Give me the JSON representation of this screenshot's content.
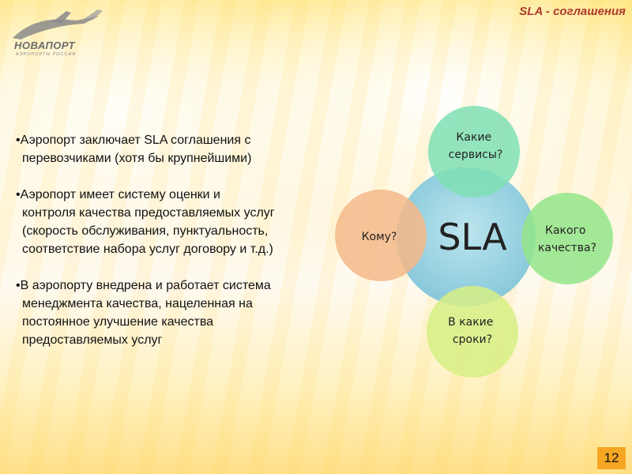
{
  "header": {
    "title": "SLA - соглашения"
  },
  "logo": {
    "text": "НОВАПОРТ",
    "subtitle": "АЭРОПОРТЫ РОССИИ"
  },
  "bullets": [
    {
      "lines": [
        "•Аэропорт заключает SLA соглашения с",
        "перевозчиками (хотя бы крупнейшими)"
      ]
    },
    {
      "lines": [
        "•Аэропорт имеет систему оценки и",
        "контроля качества предоставляемых услуг",
        "(скорость обслуживания, пунктуальность,",
        "соответствие набора услуг договору и т.д.)"
      ]
    },
    {
      "lines": [
        "•В аэропорту внедрена и работает система",
        "менеджмента качества, нацеленная на",
        "постоянное улучшение качества",
        "предоставляемых услуг"
      ]
    }
  ],
  "diagram": {
    "center": {
      "label": "SLA",
      "color": "#8ecfe0"
    },
    "nodes": [
      {
        "id": "top",
        "lines": [
          "Какие",
          "сервисы?"
        ],
        "color": "#7fdfb4"
      },
      {
        "id": "right",
        "lines": [
          "Какого",
          "качества?"
        ],
        "color": "#93e58a"
      },
      {
        "id": "bottom",
        "lines": [
          "В какие",
          "сроки?"
        ],
        "color": "#d7ee84"
      },
      {
        "id": "left",
        "lines": [
          "Кому?"
        ],
        "color": "#f5b889"
      }
    ]
  },
  "footer": {
    "page_number": "12"
  }
}
